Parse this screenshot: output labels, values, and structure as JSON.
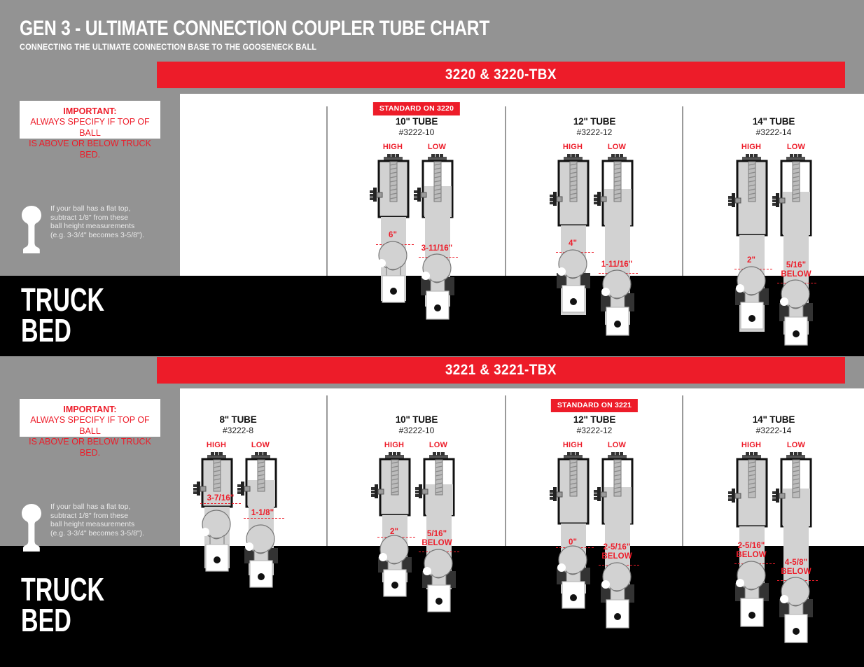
{
  "header": {
    "title": "GEN 3 - ULTIMATE CONNECTION COUPLER TUBE CHART",
    "subtitle": "CONNECTING THE ULTIMATE CONNECTION BASE TO THE GOOSENECK BALL"
  },
  "colors": {
    "red": "#ED1C29",
    "gray_bg": "#939393",
    "black": "#000000",
    "tube_fill": "#D2D2D2",
    "white": "#FFFFFF"
  },
  "important": {
    "heading": "IMPORTANT:",
    "line1": "ALWAYS SPECIFY IF TOP OF BALL",
    "line2": "IS ABOVE OR BELOW TRUCK BED."
  },
  "flat_top_note": {
    "icon": "gooseneck-ball-icon",
    "text": "If your ball has a flat top,\nsubtract 1/8\" from these\nball height measurements\n(e.g. 3-3/4\" becomes 3-5/8\")."
  },
  "truck_bed_label": "TRUCK\nBED",
  "labels": {
    "high": "HIGH",
    "low": "LOW"
  },
  "sections": [
    {
      "id": "section-3220",
      "bar_label": "3220 & 3220-TBX",
      "columns": [
        {
          "title": "10\" TUBE",
          "part": "#3222-10",
          "badge": "STANDARD ON 3220",
          "high": {
            "label": "HIGH",
            "measurement": "6\""
          },
          "low": {
            "label": "LOW",
            "measurement": "3-11/16\""
          }
        },
        {
          "title": "12\" TUBE",
          "part": "#3222-12",
          "badge": null,
          "high": {
            "label": "HIGH",
            "measurement": "4\""
          },
          "low": {
            "label": "LOW",
            "measurement": "1-11/16\""
          }
        },
        {
          "title": "14\" TUBE",
          "part": "#3222-14",
          "badge": null,
          "high": {
            "label": "HIGH",
            "measurement": "2\""
          },
          "low": {
            "label": "LOW",
            "measurement": "5/16\"\nBELOW"
          }
        }
      ]
    },
    {
      "id": "section-3221",
      "bar_label": "3221 & 3221-TBX",
      "columns": [
        {
          "title": "8\" TUBE",
          "part": "#3222-8",
          "badge": null,
          "high": {
            "label": "HIGH",
            "measurement": "3-7/16\""
          },
          "low": {
            "label": "LOW",
            "measurement": "1-1/8\""
          }
        },
        {
          "title": "10\" TUBE",
          "part": "#3222-10",
          "badge": null,
          "high": {
            "label": "HIGH",
            "measurement": "2\""
          },
          "low": {
            "label": "LOW",
            "measurement": "5/16\"\nBELOW"
          }
        },
        {
          "title": "12\" TUBE",
          "part": "#3222-12",
          "badge": "STANDARD ON 3221",
          "high": {
            "label": "HIGH",
            "measurement": "0\""
          },
          "low": {
            "label": "LOW",
            "measurement": "2-5/16\"\nBELOW"
          }
        },
        {
          "title": "14\" TUBE",
          "part": "#3222-14",
          "badge": null,
          "high": {
            "label": "HIGH",
            "measurement": "2-5/16\"\nBELOW"
          },
          "low": {
            "label": "LOW",
            "measurement": "4-5/8\"\nBELOW"
          }
        }
      ]
    }
  ]
}
